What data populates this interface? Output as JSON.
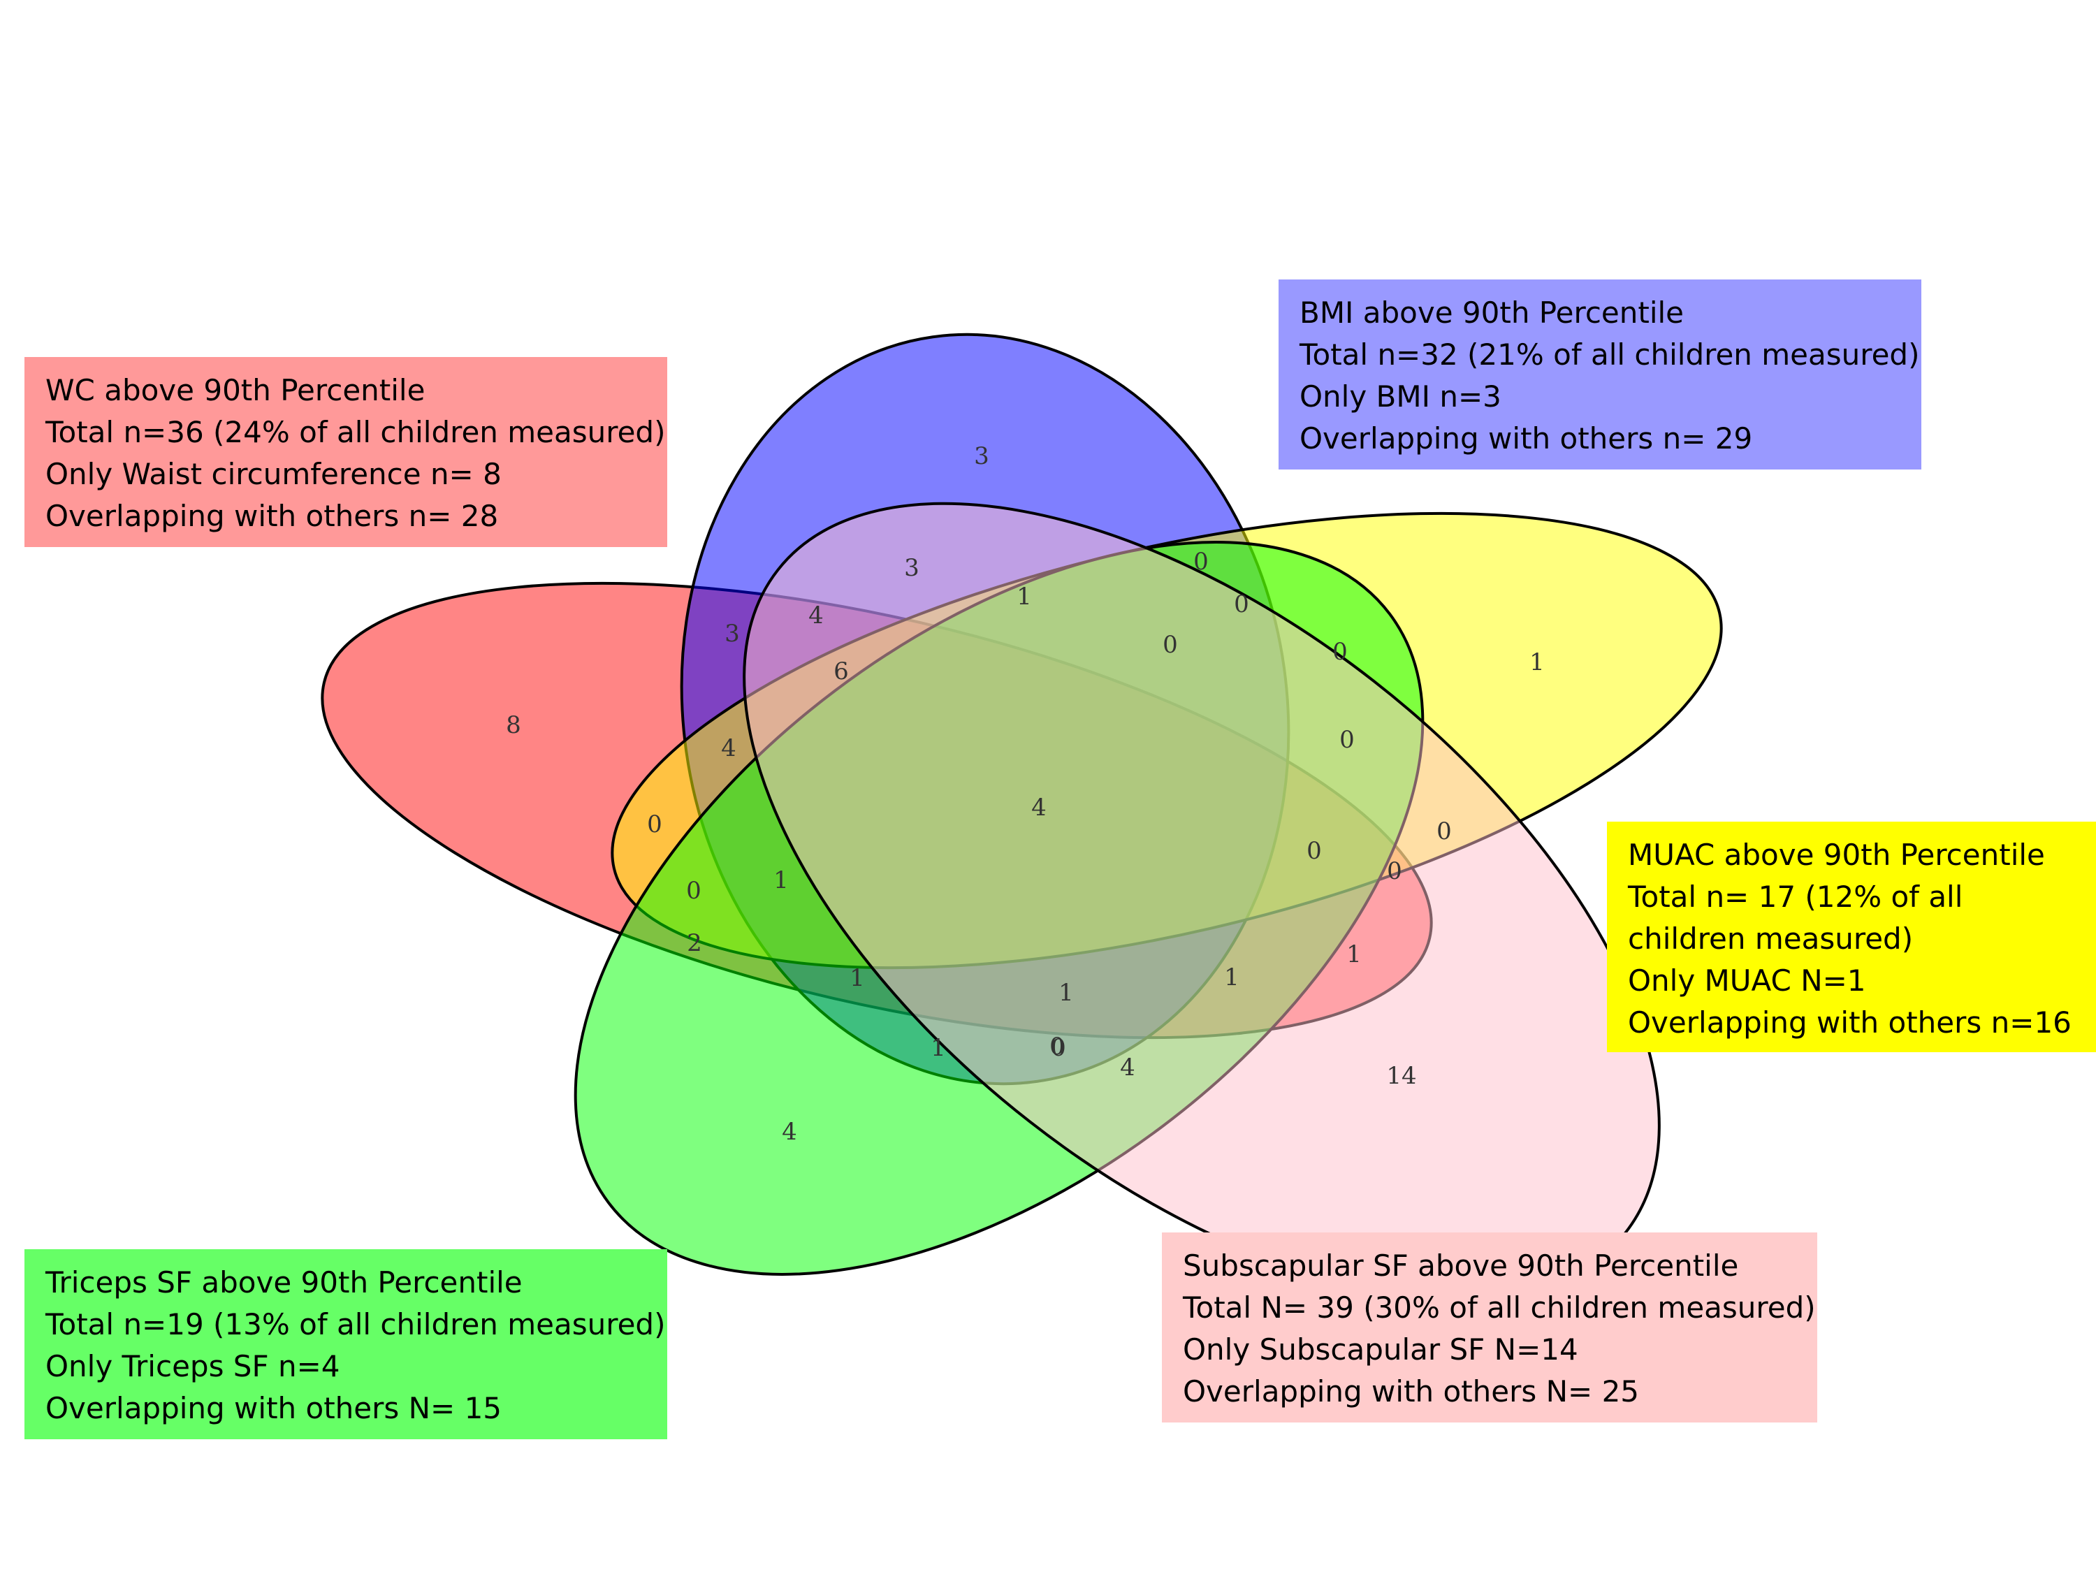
{
  "sets": [
    {
      "id": "wc",
      "color": "#ff0000",
      "box_color": "#ff9999",
      "lines": [
        "WC above 90th Percentile",
        "Total  n=36 (24% of all children measured)",
        "Only Waist circumference  n= 8",
        "Overlapping with others  n= 28"
      ]
    },
    {
      "id": "bmi",
      "color": "#0000ff",
      "box_color": "#9999ff",
      "lines": [
        "BMI above 90th Percentile",
        "Total  n=32 (21% of all children measured)",
        "Only BMI n=3",
        "Overlapping with others n= 29"
      ]
    },
    {
      "id": "muac",
      "color": "#ffff00",
      "box_color": "#ffff00",
      "lines": [
        "MUAC above 90th Percentile",
        "Total  n= 17 (12% of all children measured)",
        "Only MUAC N=1",
        "Overlapping with others  n=16"
      ]
    },
    {
      "id": "triceps",
      "color": "#00ff00",
      "box_color": "#66ff66",
      "lines": [
        "Triceps SF above 90th Percentile",
        "Total  n=19 (13% of all children measured)",
        "Only Triceps SF n=4",
        "Overlapping with others  N= 15"
      ]
    },
    {
      "id": "subscapular",
      "color": "#ffc0cb",
      "box_color": "#ffcccc",
      "lines": [
        "Subscapular SF above 90th Percentile",
        "Total  N= 39 (30% of all children measured)",
        "Only Subscapular SF N=14",
        "Overlapping with others  N= 25"
      ]
    }
  ],
  "region_counts": [
    "3",
    "8",
    "1",
    "4",
    "14",
    "3",
    "4",
    "3",
    "6",
    "4",
    "0",
    "1",
    "0",
    "0",
    "0",
    "0",
    "0",
    "0",
    "0",
    "4",
    "0",
    "0",
    "1",
    "0",
    "2",
    "1",
    "1",
    "1",
    "1",
    "1",
    "0",
    "4"
  ]
}
